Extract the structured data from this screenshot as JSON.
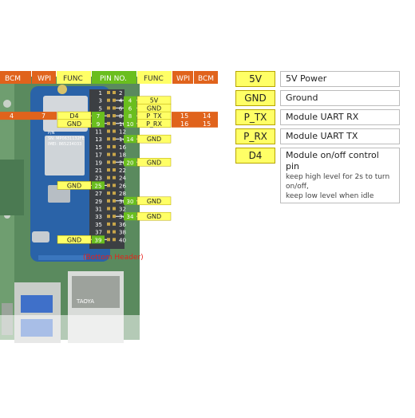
{
  "header": {
    "bcm": "BCM",
    "wpi": "WPI",
    "func": "FUNC",
    "pin_no": "PIN NO.",
    "func_right": "FUNC",
    "wpi_right": "WPI",
    "bcm_right": "BCM"
  },
  "left_pins": [
    {
      "label": "D4",
      "pin": "7",
      "wpi": "7",
      "bcm": "4"
    },
    {
      "label": "GND",
      "pin": "9"
    },
    {
      "label": "GND",
      "pin": "25"
    },
    {
      "label": "GND",
      "pin": "39"
    }
  ],
  "right_pins": [
    {
      "label": "5V",
      "pin": "4"
    },
    {
      "label": "GND",
      "pin": "6"
    },
    {
      "label": "P_TX",
      "pin": "8",
      "wpi": "15",
      "bcm": "14"
    },
    {
      "label": "P_RX",
      "pin": "10",
      "wpi": "16",
      "bcm": "15"
    },
    {
      "label": "GND",
      "pin": "14"
    },
    {
      "label": "GND",
      "pin": "20"
    },
    {
      "label": "GND",
      "pin": "30"
    },
    {
      "label": "GND",
      "pin": "34"
    }
  ],
  "pin_numbers_left": [
    "1",
    "3",
    "5",
    "7",
    "9",
    "11",
    "13",
    "15",
    "17",
    "19",
    "21",
    "23",
    "25",
    "27",
    "29",
    "31",
    "33",
    "35",
    "37",
    "39"
  ],
  "pin_numbers_right": [
    "2",
    "4",
    "6",
    "8",
    "10",
    "12",
    "14",
    "16",
    "18",
    "20",
    "22",
    "24",
    "26",
    "28",
    "30",
    "32",
    "34",
    "36",
    "38",
    "40"
  ],
  "bottom_header_label": "(Bottom Header)",
  "module_text": {
    "line1": "SN: MP0631132FE",
    "line2": "IMEI: 865234033",
    "line3": "P/N"
  },
  "jack_text": "TAOYA",
  "legend": [
    {
      "tag": "5V",
      "desc": "5V Power"
    },
    {
      "tag": "GND",
      "desc": "Ground"
    },
    {
      "tag": "P_TX",
      "desc": "Module UART RX"
    },
    {
      "tag": "P_RX",
      "desc": "Module UART TX"
    },
    {
      "tag": "D4",
      "desc": "Module on/off control pin",
      "note1": "keep high level for 2s to turn on/off,",
      "note2": "keep low level when idle"
    }
  ],
  "colors": {
    "orange": "#e0631c",
    "yellow": "#ffff66",
    "green": "#6abe1e",
    "board_green": "#3b9b50",
    "module_blue": "#2a63a8",
    "label_red": "#e8201b"
  }
}
